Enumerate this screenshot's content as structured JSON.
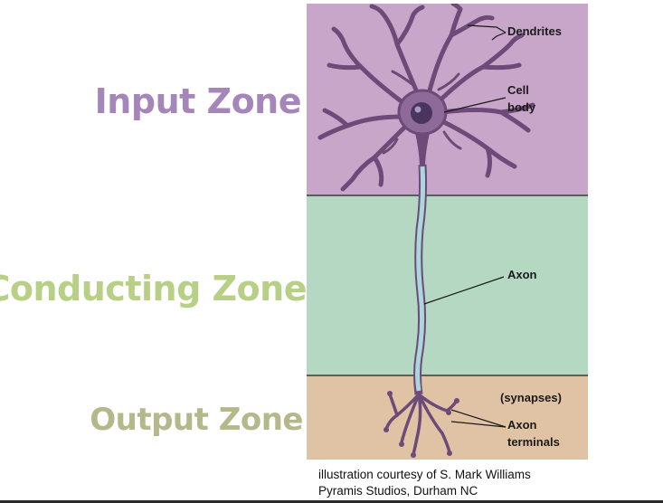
{
  "zones": {
    "input": "Input Zone",
    "conducting": "Conducting Zone",
    "output": "Output Zone"
  },
  "annotations": {
    "dendrites": "Dendrites",
    "cell_line1": "Cell",
    "cell_line2": "body",
    "axon": "Axon",
    "synapses": "(synapses)",
    "terminals_line1": "Axon",
    "terminals_line2": "terminals"
  },
  "credit": {
    "line1": "illustration courtesy of S. Mark Williams",
    "line2": "Pyramis Studios, Durham NC"
  },
  "colors": {
    "input_zone_bg": "#c8a6c9",
    "conducting_zone_bg": "#b5d8c3",
    "output_zone_bg": "#e0c3a4",
    "neuron": "#6d4a78",
    "axon_sheath": "#aad6dc",
    "input_label": "#a586b8",
    "conducting_label": "#b8cf86",
    "output_label": "#b5b88a"
  }
}
